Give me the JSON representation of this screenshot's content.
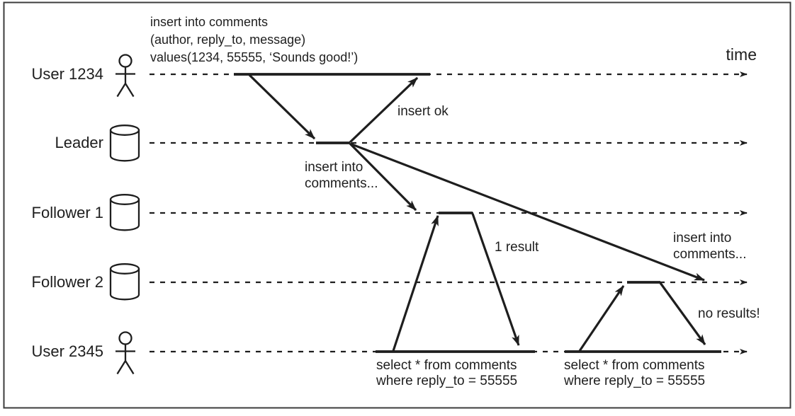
{
  "diagram": {
    "time_axis_label": "time",
    "actors": [
      {
        "label": "User 1234",
        "icon": "person"
      },
      {
        "label": "Leader",
        "icon": "database-cylinder"
      },
      {
        "label": "Follower 1",
        "icon": "database-cylinder"
      },
      {
        "label": "Follower 2",
        "icon": "database-cylinder"
      },
      {
        "label": "User 2345",
        "icon": "person"
      }
    ],
    "annotations": {
      "insert_query": "insert into comments\n(author, reply_to, message)\nvalues(1234, 55555, ‘Sounds good!’)",
      "insert_ok": "insert ok",
      "insert_into_comments_1": "insert into\ncomments...",
      "insert_into_comments_2": "insert into\ncomments...",
      "one_result": "1 result",
      "no_results": "no results!",
      "select_query_1": "select * from comments\nwhere reply_to = 55555",
      "select_query_2": "select * from comments\nwhere reply_to = 55555"
    },
    "colors": {
      "ink": "#1e1e1e",
      "background": "#ffffff",
      "border": "#3c3c3c"
    }
  }
}
